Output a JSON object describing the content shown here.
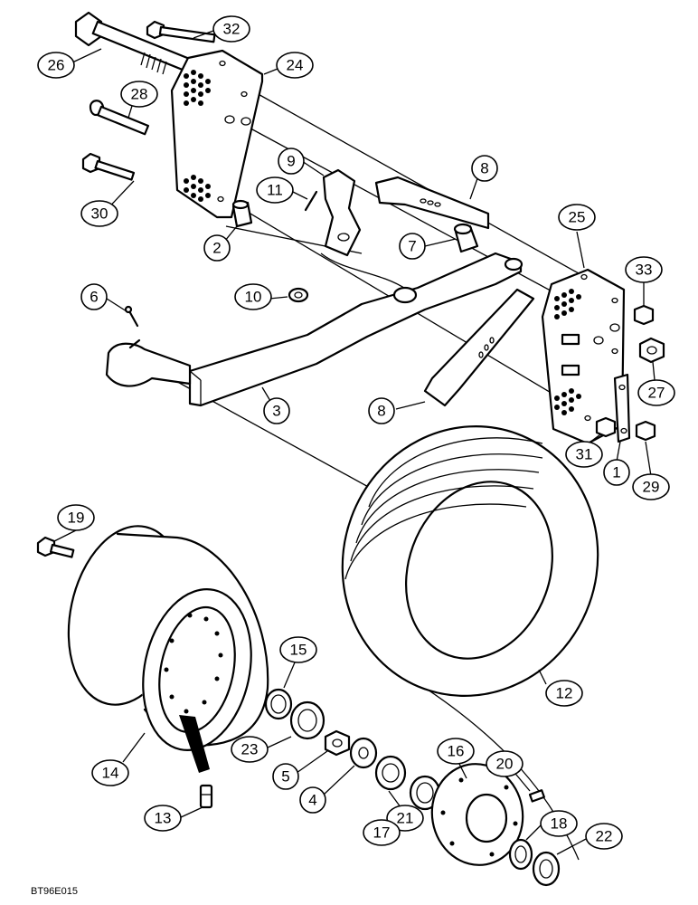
{
  "callouts": [
    {
      "id": "c26",
      "label": "26"
    },
    {
      "id": "c32",
      "label": "32"
    },
    {
      "id": "c24",
      "label": "24"
    },
    {
      "id": "c28",
      "label": "28"
    },
    {
      "id": "c30",
      "label": "30"
    },
    {
      "id": "c9",
      "label": "9"
    },
    {
      "id": "c11",
      "label": "11"
    },
    {
      "id": "c8a",
      "label": "8"
    },
    {
      "id": "c2",
      "label": "2"
    },
    {
      "id": "c7",
      "label": "7"
    },
    {
      "id": "c25",
      "label": "25"
    },
    {
      "id": "c33",
      "label": "33"
    },
    {
      "id": "c6",
      "label": "6"
    },
    {
      "id": "c10",
      "label": "10"
    },
    {
      "id": "c27",
      "label": "27"
    },
    {
      "id": "c3",
      "label": "3"
    },
    {
      "id": "c8b",
      "label": "8"
    },
    {
      "id": "c31",
      "label": "31"
    },
    {
      "id": "c1",
      "label": "1"
    },
    {
      "id": "c29",
      "label": "29"
    },
    {
      "id": "c19",
      "label": "19"
    },
    {
      "id": "c15",
      "label": "15"
    },
    {
      "id": "c12",
      "label": "12"
    },
    {
      "id": "c23",
      "label": "23"
    },
    {
      "id": "c14",
      "label": "14"
    },
    {
      "id": "c5",
      "label": "5"
    },
    {
      "id": "c4",
      "label": "4"
    },
    {
      "id": "c16",
      "label": "16"
    },
    {
      "id": "c20",
      "label": "20"
    },
    {
      "id": "c21",
      "label": "21"
    },
    {
      "id": "c17",
      "label": "17"
    },
    {
      "id": "c18",
      "label": "18"
    },
    {
      "id": "c22",
      "label": "22"
    },
    {
      "id": "c13",
      "label": "13"
    }
  ],
  "doc_code": "BT96E015"
}
